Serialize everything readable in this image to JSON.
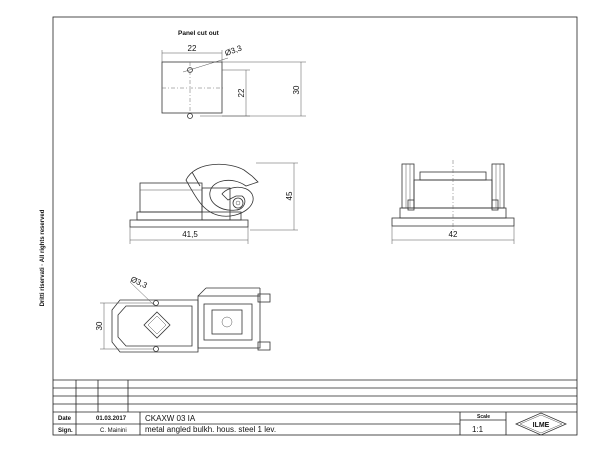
{
  "panel_cut_out": {
    "title": "Panel cut out",
    "dim_width": "22",
    "dim_hole": "Ø3,3",
    "dim_inner_height": "22",
    "dim_outer_height": "30"
  },
  "side_view": {
    "dim_width": "41,5",
    "dim_height": "45"
  },
  "front_view": {
    "dim_width": "42"
  },
  "top_view": {
    "dim_hole": "Ø3,3",
    "dim_height": "30"
  },
  "side_note": "Dritti riservati · All rights reserved",
  "title_block": {
    "date_label": "Date",
    "date_value": "01.03.2017",
    "sign_label": "Sign.",
    "sign_value": "C. Mainini",
    "code": "CKAXW 03 IA",
    "description": "metal angled bulkh. hous. steel 1 lev.",
    "scale_label": "Scale",
    "scale_value": "1:1",
    "logo_text": "ILME"
  }
}
